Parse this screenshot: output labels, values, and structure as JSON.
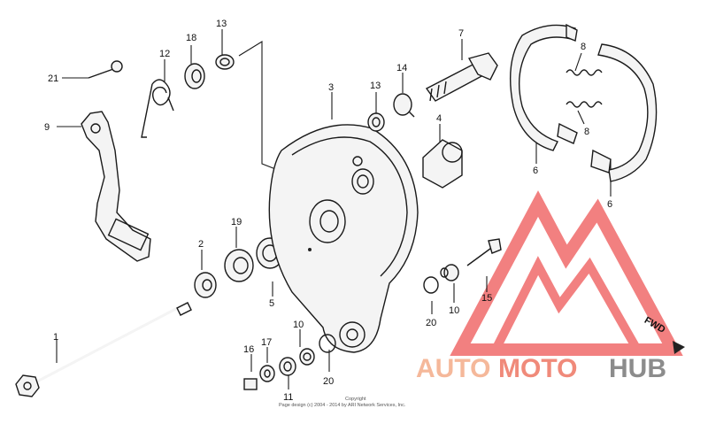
{
  "callouts": {
    "c1": "1",
    "c2": "2",
    "c3": "3",
    "c4": "4",
    "c5": "5",
    "c6a": "6",
    "c6b": "6",
    "c7": "7",
    "c8a": "8",
    "c8b": "8",
    "c9": "9",
    "c10a": "10",
    "c10b": "10",
    "c11": "11",
    "c12": "12",
    "c13a": "13",
    "c13b": "13",
    "c14": "14",
    "c15": "15",
    "c16": "16",
    "c17": "17",
    "c18": "18",
    "c19": "19",
    "c20a": "20",
    "c20b": "20",
    "c21": "21"
  },
  "fwd_label": "FWD",
  "copyright": {
    "line1": "Copyright",
    "line2": "Page design (c) 2004 - 2014 by ARI Network Services, Inc."
  },
  "watermark": {
    "word_auto": "AUTO",
    "word_moto": "MOTO",
    "word_hub": "HUB",
    "colors": {
      "auto": "#f5b89a",
      "moto": "#f08a7a",
      "hub": "#8c8c8c",
      "logo": "#f06a6a"
    }
  }
}
